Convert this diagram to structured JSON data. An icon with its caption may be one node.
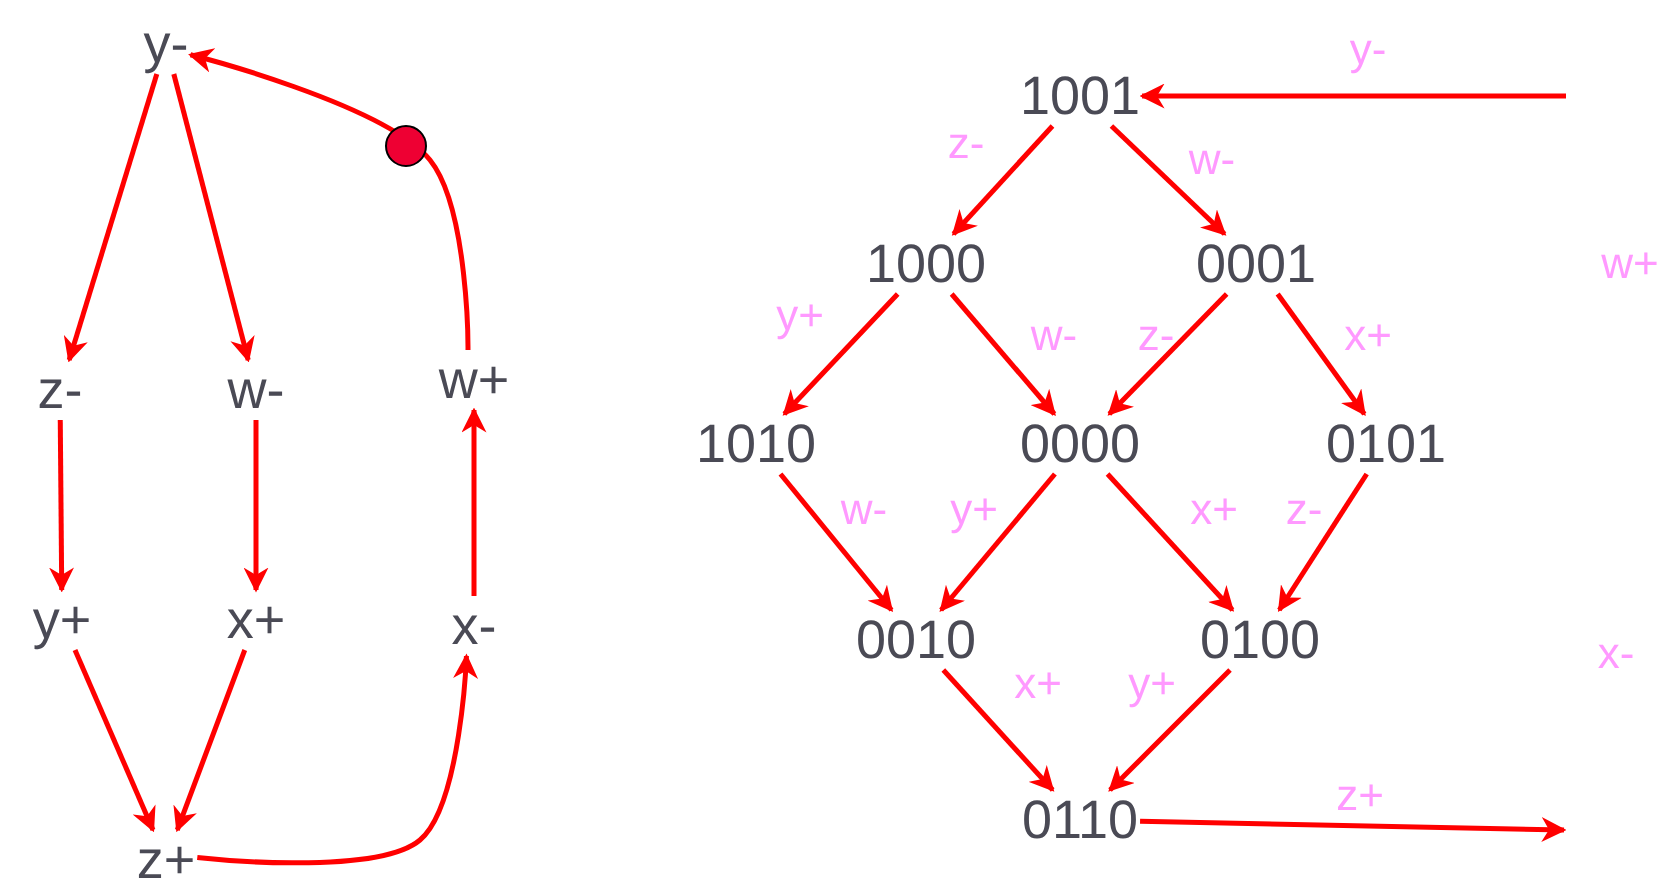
{
  "diagram": {
    "nodes": [
      {
        "text": [
          "y-"
        ]
      },
      {
        "text": [
          "z-"
        ]
      },
      {
        "text": [
          "w-"
        ]
      },
      {
        "text": [
          "w+"
        ]
      },
      {
        "text": [
          "y+"
        ]
      },
      {
        "text": [
          "x+"
        ]
      },
      {
        "text": [
          "x-"
        ]
      },
      {
        "text": [
          "z+"
        ]
      },
      {
        "text": [
          "1001"
        ]
      },
      {
        "text": [
          "1000"
        ]
      },
      {
        "text": [
          "0001"
        ]
      },
      {
        "text": [
          "1010"
        ]
      },
      {
        "text": [
          "0000"
        ]
      },
      {
        "text": [
          "0101"
        ]
      },
      {
        "text": [
          "0010"
        ]
      },
      {
        "text": [
          "0100"
        ]
      },
      {
        "text": [
          "0110"
        ]
      }
    ],
    "edges": [
      {
        "from": 0,
        "to": 1,
        "arrow": "to"
      },
      {
        "from": 0,
        "to": 2,
        "arrow": "to"
      },
      {
        "from": 1,
        "to": 4,
        "arrow": "to"
      },
      {
        "from": 2,
        "to": 5,
        "arrow": "to"
      },
      {
        "from": 4,
        "to": 7,
        "arrow": "to"
      },
      {
        "from": 5,
        "to": 7,
        "arrow": "to"
      },
      {
        "from": 7,
        "to": 6,
        "arrow": "to"
      },
      {
        "from": 6,
        "to": 3,
        "arrow": "to"
      },
      {
        "from": 3,
        "to": 0,
        "arrow": "to"
      },
      {
        "from": null,
        "to": 8,
        "label": "y-",
        "arrow": "to"
      },
      {
        "from": 8,
        "to": 9,
        "label": "z-",
        "arrow": "to"
      },
      {
        "from": 8,
        "to": 10,
        "label": "w-",
        "arrow": "to"
      },
      {
        "from": 9,
        "to": 11,
        "label": "y+",
        "arrow": "to"
      },
      {
        "from": 9,
        "to": 12,
        "label": "w-",
        "arrow": "to"
      },
      {
        "from": 10,
        "to": 12,
        "label": "z-",
        "arrow": "to"
      },
      {
        "from": 10,
        "to": 13,
        "label": "x+",
        "arrow": "to"
      },
      {
        "from": 11,
        "to": 14,
        "label": "w-",
        "arrow": "to"
      },
      {
        "from": 12,
        "to": 14,
        "label": "y+",
        "arrow": "to"
      },
      {
        "from": 12,
        "to": 15,
        "label": "x+",
        "arrow": "to"
      },
      {
        "from": 13,
        "to": 15,
        "label": "z-",
        "arrow": "to"
      },
      {
        "from": 14,
        "to": 16,
        "label": "x+",
        "arrow": "to"
      },
      {
        "from": 15,
        "to": 16,
        "label": "y+",
        "arrow": "to"
      },
      {
        "from": 16,
        "to": null,
        "label": "z+",
        "arrow": "to"
      }
    ],
    "labels": [
      "w+",
      "x-"
    ]
  }
}
